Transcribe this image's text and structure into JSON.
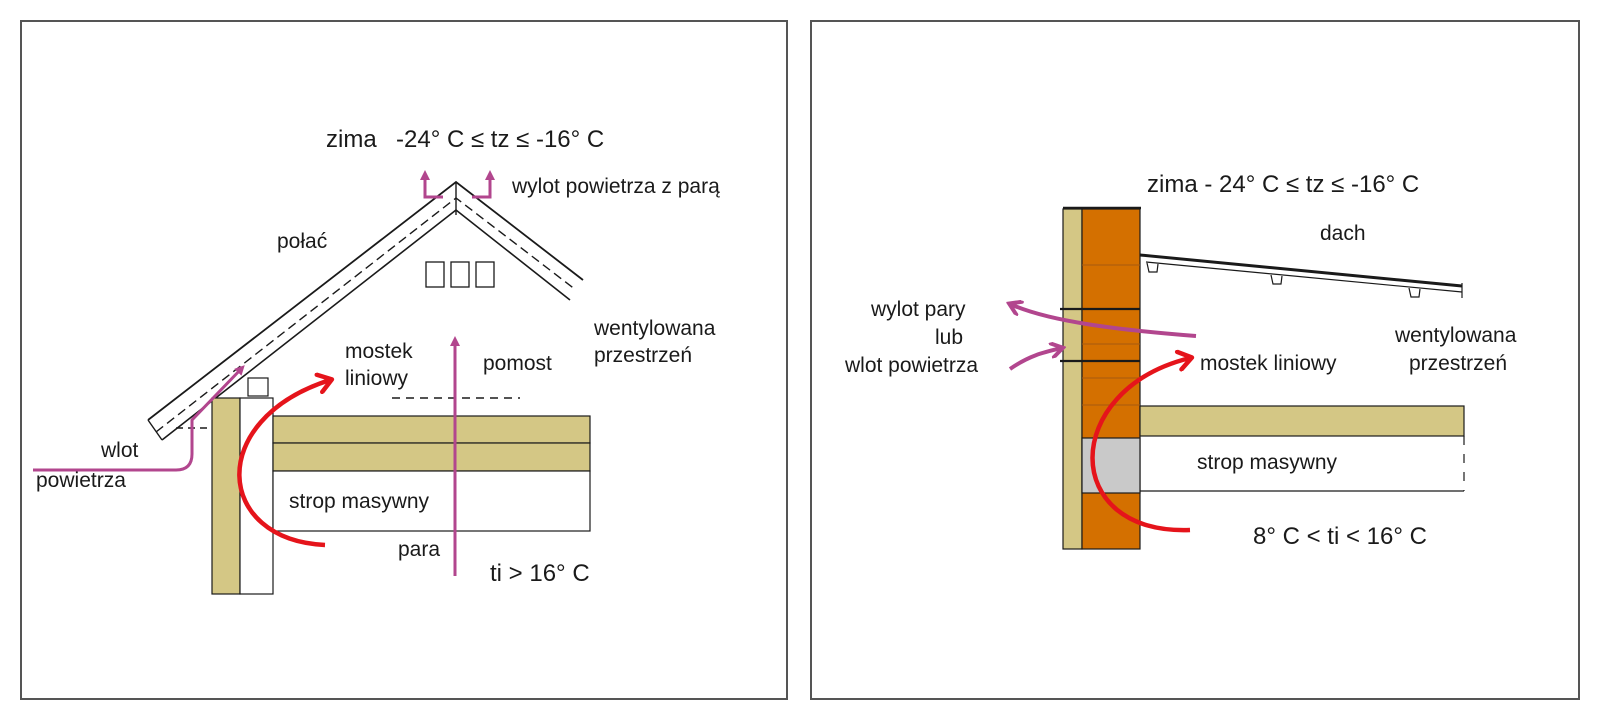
{
  "colors": {
    "wood": "#d4c785",
    "brick": "#d47000",
    "concrete": "#c9c9c9",
    "vapor_arrow": "#b2468e",
    "heat_arrow": "#e5141b",
    "frame": "#555555",
    "line": "#1a1a1a"
  },
  "left_panel": {
    "winter_label": "zima",
    "winter_range": "-24° C ≤ tz  ≤ -16° C",
    "outlet_label": "wylot powietrza z parą",
    "roof_slope_label": "połać",
    "ventilated_space": [
      "wentylowana",
      "przestrzeń"
    ],
    "thermal_bridge": [
      "mostek",
      "liniowy"
    ],
    "platform_label": "pomost",
    "inlet_label": [
      "wlot",
      "powietrza"
    ],
    "slab_label": "strop masywny",
    "vapor_label": "para",
    "interior_temp": "ti  > 16° C"
  },
  "right_panel": {
    "winter_range": "zima - 24° C ≤ tz  ≤ -16° C",
    "roof_label": "dach",
    "vapor_outlet": [
      "wylot pary",
      "lub",
      "wlot powietrza"
    ],
    "thermal_bridge": "mostek liniowy",
    "ventilated_space": [
      "wentylowana",
      "przestrzeń"
    ],
    "slab_label": "strop masywny",
    "interior_temp": "8° C < ti  < 16° C"
  }
}
